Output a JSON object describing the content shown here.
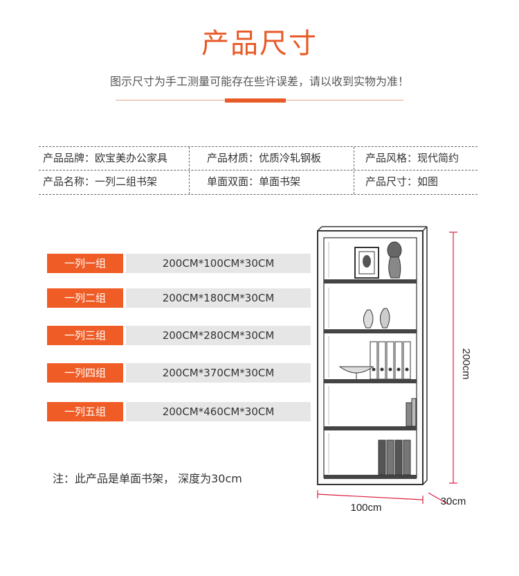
{
  "header": {
    "title": "产品尺寸",
    "subtitle": "图示尺寸为手工测量可能存在些许误差，请以收到实物为准！"
  },
  "specs": {
    "brand": "产品品牌：欧宝美办公家具",
    "material": "产品材质：优质冷轧钢板",
    "style": "产品风格：现代简约",
    "name": "产品名称：一列二组书架",
    "sides": "单面双面：单面书架",
    "size": "产品尺寸：如图"
  },
  "sizes": [
    {
      "label": "一列一组",
      "value": "200CM*100CM*30CM"
    },
    {
      "label": "一列二组",
      "value": "200CM*180CM*30CM"
    },
    {
      "label": "一列三组",
      "value": "200CM*280CM*30CM"
    },
    {
      "label": "一列四组",
      "value": "200CM*370CM*30CM"
    },
    {
      "label": "一列五组",
      "value": "200CM*460CM*30CM"
    }
  ],
  "note": "注：此产品是单面书架， 深度为30cm",
  "dimensions": {
    "height": "200cm",
    "width": "100cm",
    "depth": "30cm"
  },
  "colors": {
    "accent": "#ef5c26",
    "dimension_line": "#d81e3c",
    "value_bg": "#e6e6e6"
  }
}
